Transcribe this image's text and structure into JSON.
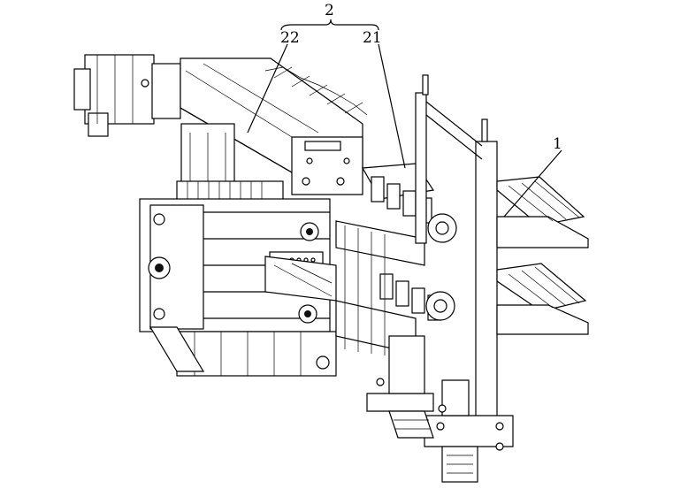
{
  "labels": {
    "assembly": "2",
    "part_22": "22",
    "part_21": "21",
    "part_1": "1"
  }
}
